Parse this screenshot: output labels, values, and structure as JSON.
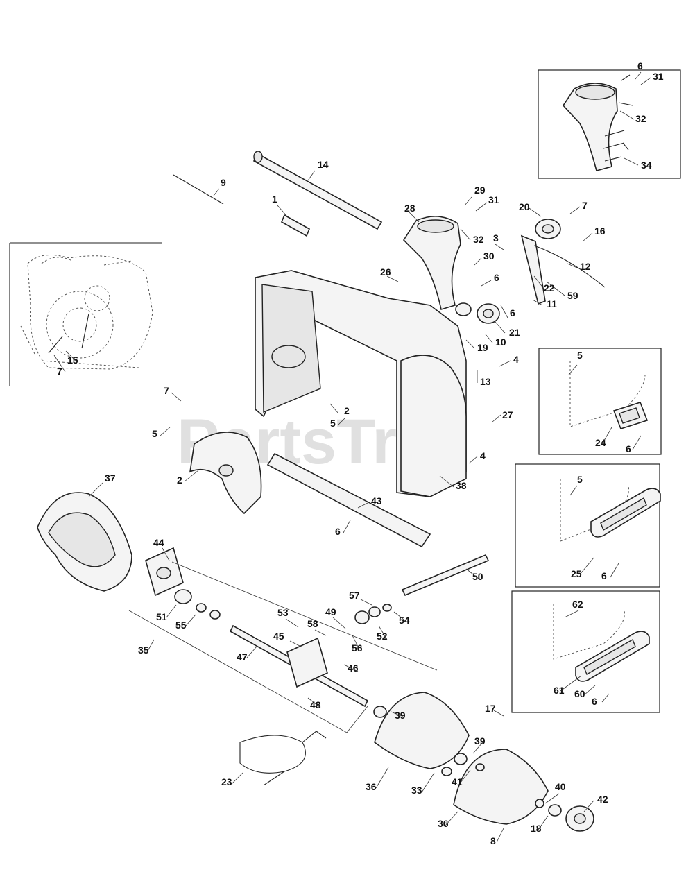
{
  "watermark": "PartsTree",
  "labels": {
    "l1": "1",
    "l2": "2",
    "l2b": "2",
    "l3": "3",
    "l4a": "4",
    "l4b": "4",
    "l5a": "5",
    "l5b": "5",
    "l5c": "5",
    "l5d": "5",
    "l6a": "6",
    "l6b": "6",
    "l6c": "6",
    "l6d": "6",
    "l6e": "6",
    "l6f": "6",
    "l6g": "6",
    "l7a": "7",
    "l7b": "7",
    "l7c": "7",
    "l8": "8",
    "l9": "9",
    "l10": "10",
    "l11": "11",
    "l12": "12",
    "l13": "13",
    "l14": "14",
    "l15": "15",
    "l16": "16",
    "l17": "17",
    "l18": "18",
    "l19": "19",
    "l20": "20",
    "l21": "21",
    "l22": "22",
    "l23": "23",
    "l24": "24",
    "l25": "25",
    "l26": "26",
    "l27": "27",
    "l28": "28",
    "l29": "29",
    "l30": "30",
    "l31a": "31",
    "l31b": "31",
    "l32a": "32",
    "l32b": "32",
    "l33": "33",
    "l34": "34",
    "l35": "35",
    "l36a": "36",
    "l36b": "36",
    "l37": "37",
    "l38": "38",
    "l39a": "39",
    "l39b": "39",
    "l40": "40",
    "l41": "41",
    "l42": "42",
    "l43": "43",
    "l44": "44",
    "l45": "45",
    "l46": "46",
    "l47": "47",
    "l48": "48",
    "l49": "49",
    "l50": "50",
    "l51": "51",
    "l52": "52",
    "l53": "53",
    "l54": "54",
    "l55": "55",
    "l56": "56",
    "l57": "57",
    "l58": "58",
    "l59": "59",
    "l60": "60",
    "l61": "61",
    "l62": "62"
  }
}
